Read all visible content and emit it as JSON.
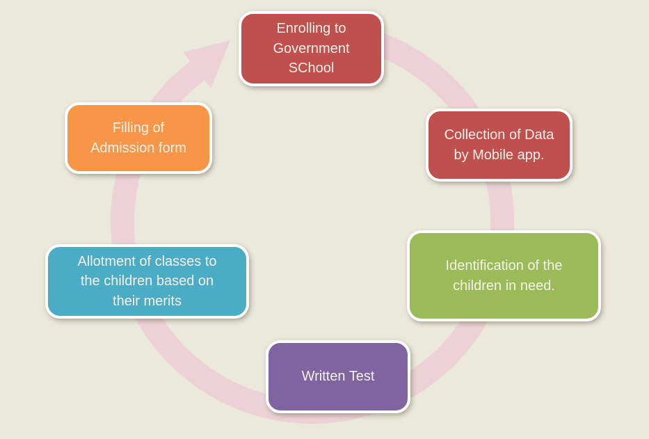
{
  "diagram": {
    "type": "cycle",
    "direction": "clockwise",
    "background_color": "#ebe8dc",
    "ring_color": "#ecd2d6",
    "border_color": "#ffffff",
    "text_color": "#f5f1e9",
    "steps": [
      {
        "label": "Enrolling to Government SChool",
        "color": "#c0504d",
        "position": "top"
      },
      {
        "label": "Collection of Data by Mobile app.",
        "color": "#c0504d",
        "position": "upper-right"
      },
      {
        "label": "Identification of the children in need.",
        "color": "#9bbb59",
        "position": "lower-right"
      },
      {
        "label": "Written Test",
        "color": "#8064a2",
        "position": "bottom"
      },
      {
        "label": "Allotment of classes to the children based on their merits",
        "color": "#4bacc6",
        "position": "lower-left"
      },
      {
        "label": "Filling of Admission form",
        "color": "#f79646",
        "position": "upper-left"
      }
    ]
  }
}
